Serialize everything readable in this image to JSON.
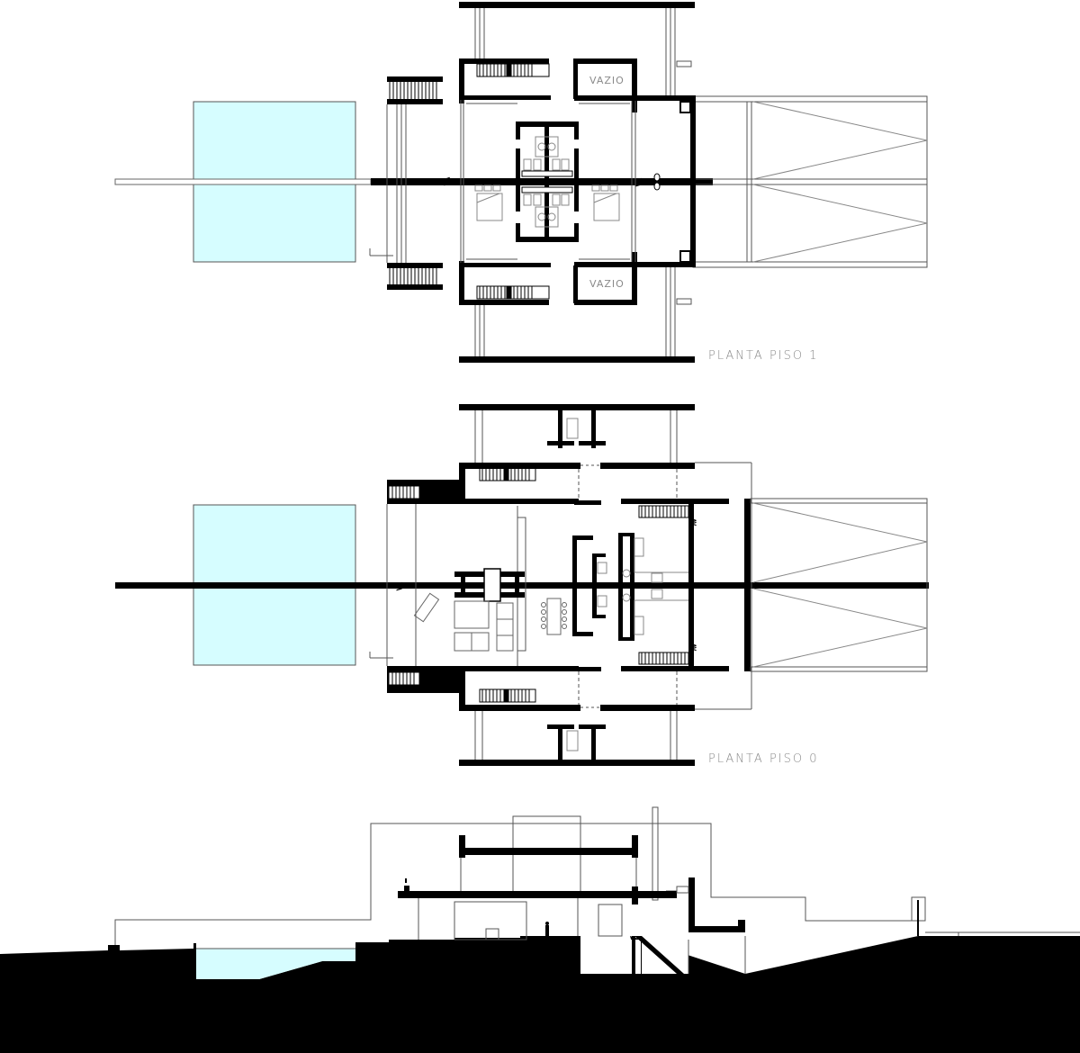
{
  "drawing": {
    "colors": {
      "wall": "#000000",
      "line": "#555555",
      "thin": "#888888",
      "pool": "#d6fdff",
      "label": "#8a8a8a",
      "background": "#ffffff"
    },
    "plans": [
      {
        "id": "piso1",
        "title": "PLANTA PISO 1",
        "rooms": [
          {
            "label": "VAZIO",
            "position": "top"
          },
          {
            "label": "VAZIO",
            "position": "bottom"
          }
        ]
      },
      {
        "id": "piso0",
        "title": "PLANTA PISO 0",
        "rooms": []
      }
    ],
    "section": {
      "title": "",
      "elements": [
        "pool",
        "terrain",
        "floor-slabs",
        "stair",
        "human-figure"
      ]
    }
  }
}
